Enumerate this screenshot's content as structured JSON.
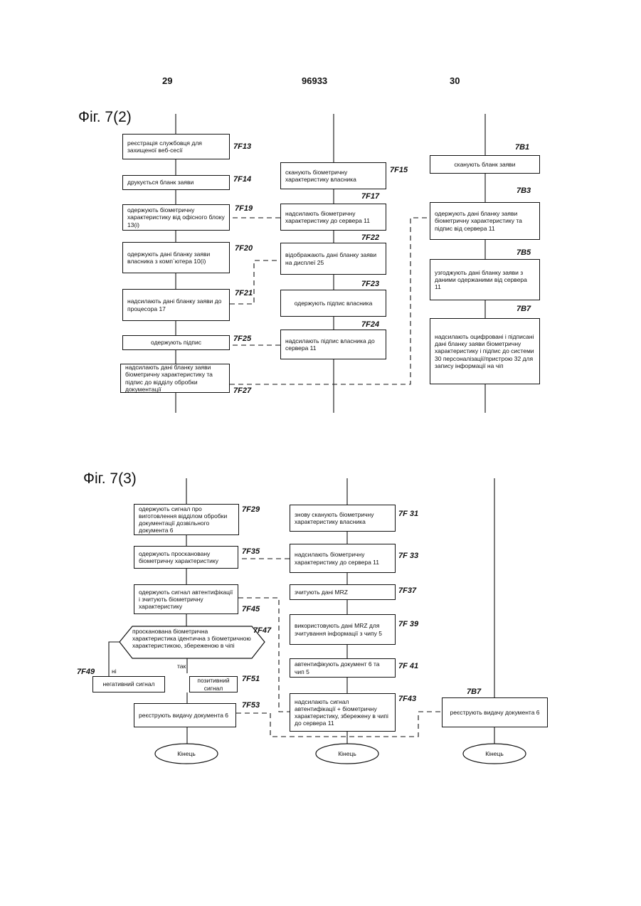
{
  "header": {
    "left_page": "29",
    "patent_no": "96933",
    "right_page": "30"
  },
  "fig2": {
    "title": "Фіг. 7(2)",
    "left": [
      {
        "text": "реєстрація службовця для захищеної веб-сесії",
        "ref": "7F13"
      },
      {
        "text": "друкується бланк заяви",
        "ref": "7F14"
      },
      {
        "text": "одержують біометричну характеристику від офісного блоку 13(i)",
        "ref": "7F19"
      },
      {
        "text": "одержують дані бланку заяви власника з комп`ютера 10(i)",
        "ref": "7F20"
      },
      {
        "text": "надсилають дані бланку заяви до процесора 17",
        "ref": "7F21"
      },
      {
        "text": "одержують підпис",
        "ref": "7F25"
      },
      {
        "text": "надсилають дані бланку заяви біометричну характеристику та підпис до відділу обробки документації",
        "ref": "7F27"
      }
    ],
    "middle": [
      {
        "text": "сканують біометричну характеристику власника",
        "ref": "7F15"
      },
      {
        "text": "надсилають біометричну характеристику до сервера 11",
        "ref": "7F17"
      },
      {
        "text": "відображають дані бланку заяви на дисплеї 25",
        "ref": "7F22"
      },
      {
        "text": "одержують підпис власника",
        "ref": "7F23"
      },
      {
        "text": "надсилають підпис власника до сервера 11",
        "ref": "7F24"
      }
    ],
    "right": [
      {
        "text": "сканують бланк заяви",
        "ref": "7B1"
      },
      {
        "text": "одержують дані бланку заяви біометричну характеристику та підпис від сервера 11",
        "ref": "7B3"
      },
      {
        "text": "узгоджують дані бланку заяви з даними одержаними від сервера 11",
        "ref": "7B5"
      },
      {
        "text": "надсилають оцифровані і підписані дані бланку заяви біометричну характеристику і підпис до системи 30 персоналізації/пристрою 32 для запису інформації на чіп",
        "ref": "7B7"
      }
    ]
  },
  "fig3": {
    "title": "Фіг. 7(3)",
    "left": [
      {
        "text": "одержують сигнал про виготовлення відділом обробки документації дозвільного документа 6",
        "ref": "7F29"
      },
      {
        "text": "одержують проскановану біометричну характеристику",
        "ref": "7F35"
      },
      {
        "text": "одержують сигнал автентифікації і зчитують біометричну характеристику",
        "ref": "7F45"
      }
    ],
    "decision": {
      "text": "просканована біометрична характеристика ідентична з біометричною характеристикою, збереженою в чіпі",
      "ref": "7F47",
      "no_label": "ні",
      "yes_label": "так"
    },
    "negative": {
      "text": "негативний сигнал",
      "ref": "7F49"
    },
    "positive": {
      "text": "позитивний сигнал",
      "ref": "7F51"
    },
    "register": {
      "text": "реєструють видачу документа 6",
      "ref": "7F53"
    },
    "middle": [
      {
        "text": "знову сканують біометричну характеристику власника",
        "ref": "7F 31"
      },
      {
        "text": "надсилають біометричну характеристику до сервера 11",
        "ref": "7F 33"
      },
      {
        "text": "зчитують дані MRZ",
        "ref": "7F37"
      },
      {
        "text": "використовують дані MRZ для зчитування інформації з чипу 5",
        "ref": "7F 39"
      },
      {
        "text": "автентифікують документ 6 та чип 5",
        "ref": "7F 41"
      },
      {
        "text": "надсилають сигнал автентифікації + біометричну характеристику, збережену в чипі до сервера 11",
        "ref": "7F43"
      }
    ],
    "right_box": {
      "text": "реєструють видачу документа 6",
      "ref": "7B7"
    },
    "end_labels": [
      "Кінець",
      "Кінець",
      "Кінець"
    ]
  }
}
